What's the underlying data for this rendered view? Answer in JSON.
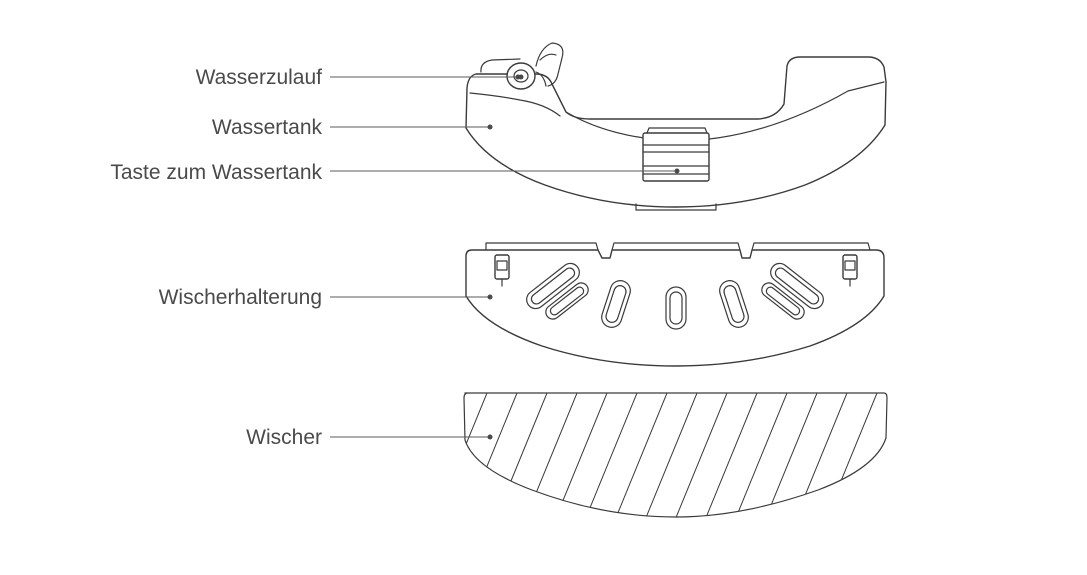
{
  "labels": {
    "wasserzulauf": "Wasserzulauf",
    "wassertank": "Wassertank",
    "taste": "Taste zum Wassertank",
    "wischerhalterung": "Wischerhalterung",
    "wischer": "Wischer"
  },
  "colors": {
    "line": "#3a3a3a",
    "text": "#4a4a4a"
  }
}
